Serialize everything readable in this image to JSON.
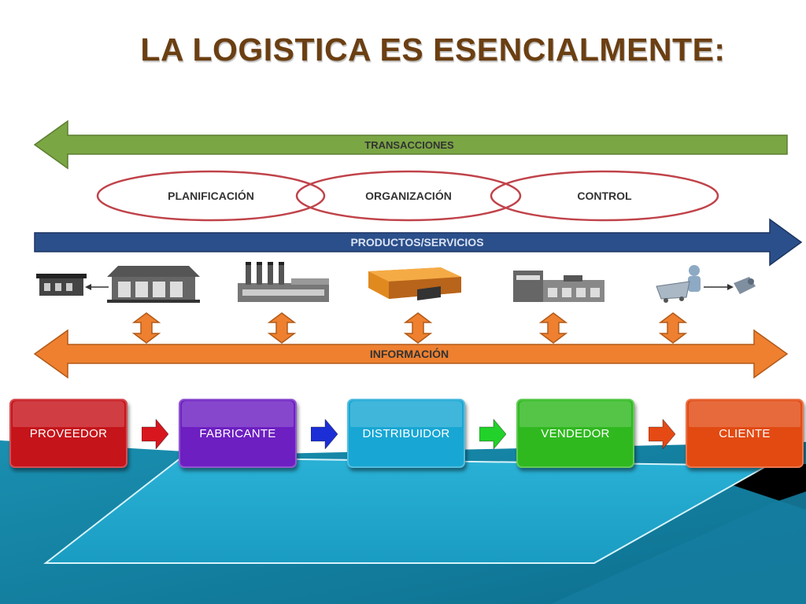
{
  "slide": {
    "title": "LA LOGISTICA ES ESENCIALMENTE:"
  },
  "diagram": {
    "transacciones_label": "TRANSACCIONES",
    "productos_label": "PRODUCTOS/SERVICIOS",
    "informacion_label": "INFORMACIÓN",
    "circles": [
      {
        "label": "PLANIFICACIÓN"
      },
      {
        "label": "ORGANIZACIÓN"
      },
      {
        "label": "CONTROL"
      }
    ],
    "colors": {
      "transacciones": "#7aa644",
      "productos": "#2b4f8a",
      "informacion": "#ee8030",
      "circles": "#c0434a"
    }
  },
  "chain": [
    {
      "label": "PROVEEDOR",
      "color": "#c6141b"
    },
    {
      "label": "FABRICANTE",
      "color": "#6d1fc2"
    },
    {
      "label": "DISTRIBUIDOR",
      "color": "#18a7d4"
    },
    {
      "label": "VENDEDOR",
      "color": "#2fb91f"
    },
    {
      "label": "CLIENTE",
      "color": "#e24a12"
    }
  ],
  "chain_arrows": [
    {
      "color": "#d8161e"
    },
    {
      "color": "#1c2fd6"
    },
    {
      "color": "#22d22a"
    },
    {
      "color": "#e64a14"
    }
  ]
}
